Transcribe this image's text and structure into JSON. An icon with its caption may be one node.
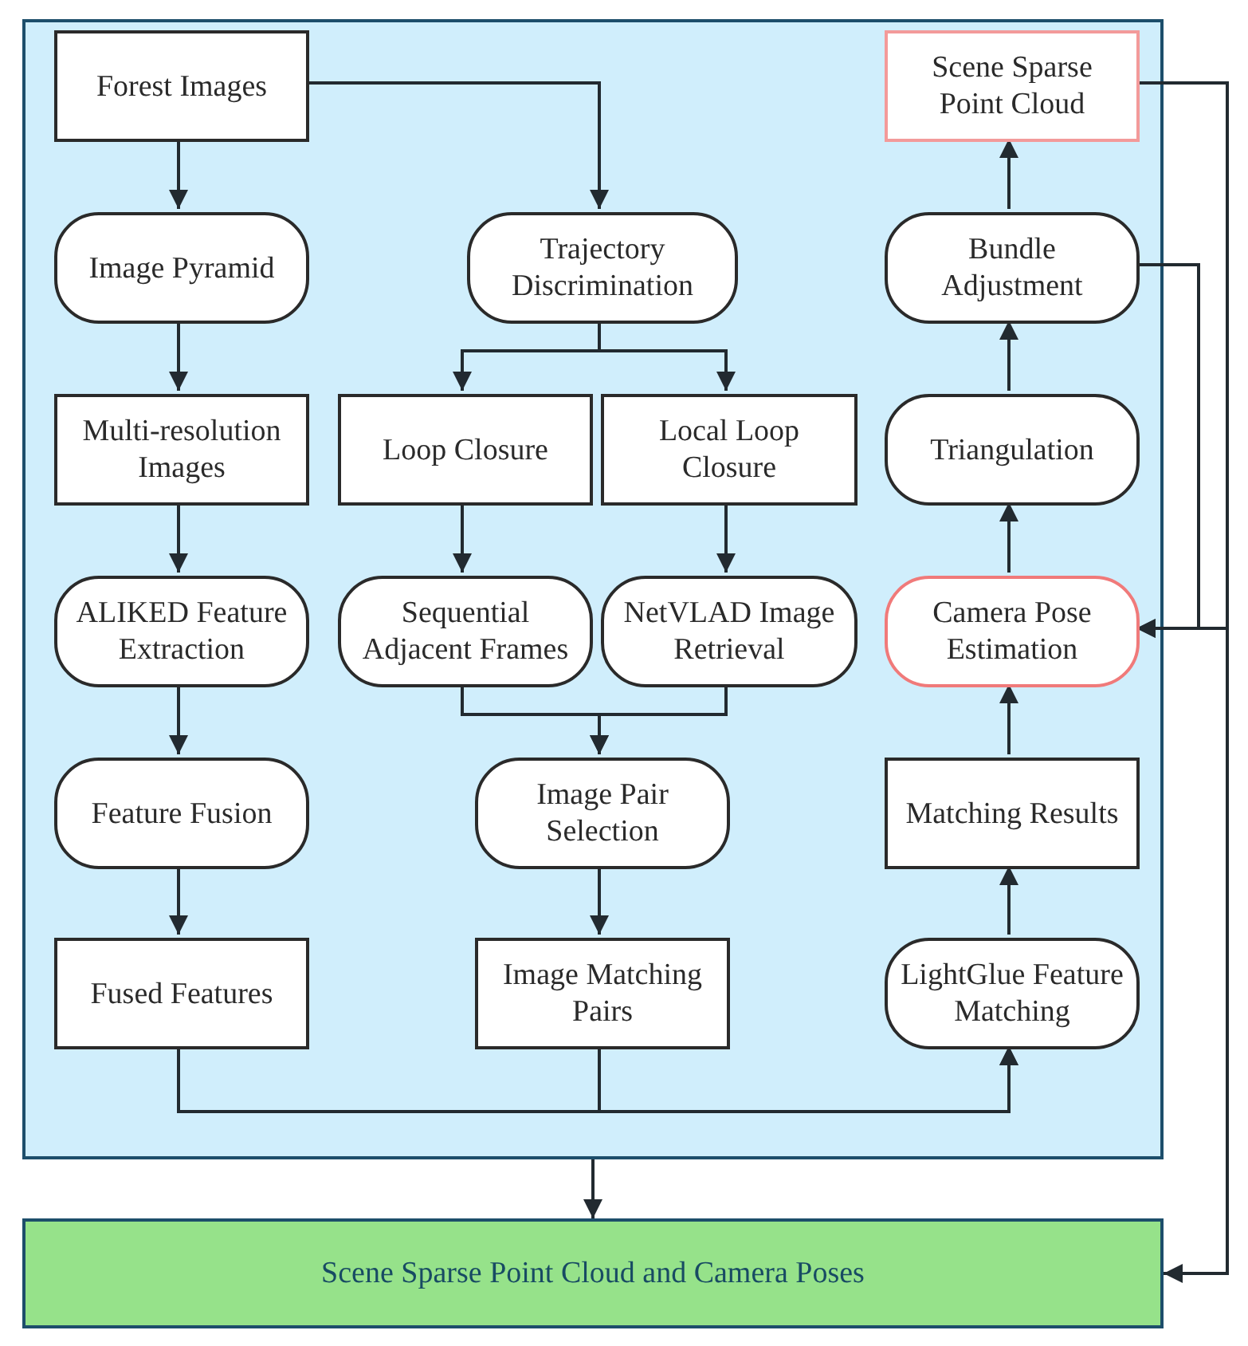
{
  "diagram": {
    "nodes": [
      {
        "text": [],
        "shape": "box"
      },
      {
        "text": [
          "Forest Images"
        ],
        "in": 0
      },
      {
        "text": [
          "Image Pyramid"
        ],
        "in": 0
      },
      {
        "text": [
          "Trajectory Discrimination"
        ],
        "in": 0
      },
      {
        "text": [
          "Scene Sparse Point Cloud"
        ],
        "in": 0
      },
      {
        "text": [
          "Bundle Adjustment"
        ],
        "in": 0
      },
      {
        "text": [
          "Multi-resolution Images"
        ],
        "in": 0
      },
      {
        "text": [
          "Loop Closure"
        ],
        "in": 0
      },
      {
        "text": [
          "Local Loop Closure"
        ],
        "in": 0
      },
      {
        "text": [
          "Triangulation"
        ],
        "in": 0
      },
      {
        "text": [
          "ALIKED Feature Extraction"
        ],
        "in": 0
      },
      {
        "text": [
          "Sequential Adjacent Frames"
        ],
        "in": 0
      },
      {
        "text": [
          "NetVLAD Image Retrieval"
        ],
        "in": 0
      },
      {
        "text": [
          "Camera Pose Estimation"
        ],
        "in": 0
      },
      {
        "text": [
          "Feature Fusion"
        ],
        "in": 0
      },
      {
        "text": [
          "Image Pair Selection"
        ],
        "in": 0
      },
      {
        "text": [
          "Matching Results"
        ],
        "in": 0
      },
      {
        "text": [
          "Fused Features"
        ],
        "in": 0
      },
      {
        "text": [
          "Image Matching Pairs"
        ],
        "in": 0
      },
      {
        "text": [
          "LightGlue Feature Matching"
        ],
        "in": 0
      },
      {
        "text": [
          "Scene Sparse Point Cloud and Camera Poses"
        ]
      }
    ],
    "edges": [
      {
        "from": 1,
        "to": 2,
        "arrow": "to"
      },
      {
        "from": 1,
        "to": 3,
        "arrow": "to"
      },
      {
        "from": 3,
        "to": 7,
        "arrow": "to"
      },
      {
        "from": 3,
        "to": 8,
        "arrow": "to"
      },
      {
        "from": 2,
        "to": 6,
        "arrow": "to"
      },
      {
        "from": 6,
        "to": 10,
        "arrow": "to"
      },
      {
        "from": 10,
        "to": 14,
        "arrow": "to"
      },
      {
        "from": 14,
        "to": 17,
        "arrow": "to"
      },
      {
        "from": 7,
        "to": 11,
        "arrow": "to"
      },
      {
        "from": 8,
        "to": 12,
        "arrow": "to"
      },
      {
        "from": 11,
        "to": 15,
        "arrow": "to"
      },
      {
        "from": 12,
        "to": 15,
        "arrow": "to"
      },
      {
        "from": 15,
        "to": 18,
        "arrow": "to"
      },
      {
        "from": 17,
        "to": 19,
        "arrow": "to"
      },
      {
        "from": 18,
        "to": 19,
        "arrow": "to"
      },
      {
        "from": 19,
        "to": 16,
        "arrow": "to"
      },
      {
        "from": 16,
        "to": 13,
        "arrow": "to"
      },
      {
        "from": 13,
        "to": 9,
        "arrow": "to"
      },
      {
        "from": 9,
        "to": 5,
        "arrow": "to"
      },
      {
        "from": 5,
        "to": 4,
        "arrow": "to"
      },
      {
        "from": 5,
        "to": 13,
        "arrow": "to"
      },
      {
        "from": 4,
        "to": 13,
        "arrow": "to"
      },
      {
        "from": 4,
        "to": 20,
        "arrow": "to"
      },
      {
        "from": 0,
        "to": 20,
        "arrow": "to"
      }
    ]
  }
}
